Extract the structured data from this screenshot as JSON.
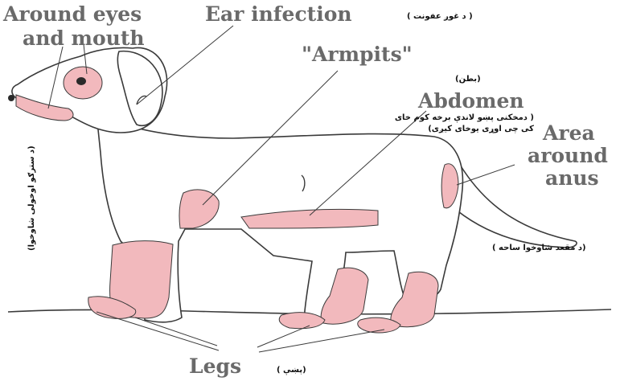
{
  "labels_en": {
    "around_eyes": "Around eyes",
    "and_mouth": "and mouth",
    "ear_infection": "Ear infection",
    "armpits": "\"Armpits\"",
    "abdomen": "Abdomen",
    "area": "Area",
    "around": "around",
    "anus": "anus",
    "legs": "Legs"
  },
  "labels_ps": {
    "ear": "( د غوږ عفونت )",
    "armpits": "(بطن)",
    "abdomen": "( دمخکنی پښو لاندې برخه کوم خای کی چی اوړی یوخای کیږی)",
    "anus": "(د مقعد شاوخوا ساحه )",
    "legs": "(پښې )",
    "eyes_mouth": "(د سترګو اوخولی شاوخوا)"
  },
  "colors": {
    "outline": "#3a3a3a",
    "pink_patch": "#f2b9bd",
    "label_gray": "#6a6a6a",
    "caption": "#111111"
  }
}
